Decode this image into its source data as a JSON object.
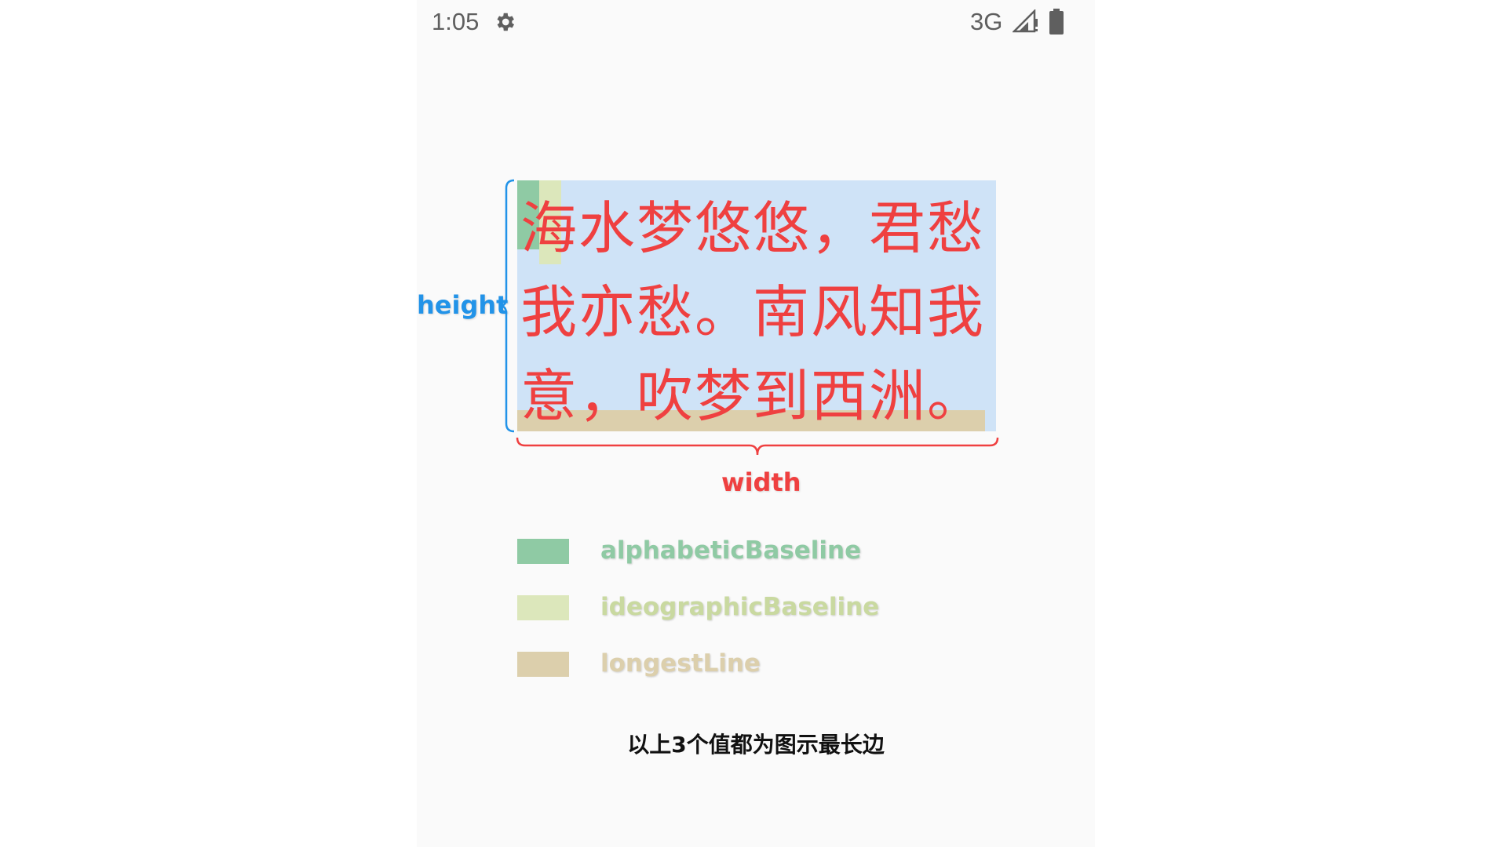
{
  "status_bar": {
    "time": "1:05",
    "network": "3G",
    "icons": [
      "gear-icon",
      "signal-icon",
      "battery-icon"
    ]
  },
  "diagram": {
    "text": "海水梦悠悠，君愁\n我亦愁。南风知我\n意，吹梦到西洲。",
    "height_label": "height",
    "width_label": "width",
    "colors": {
      "text": "#ef4040",
      "text_background": "#cfe3f7",
      "height_brace": "#2293e8",
      "width_brace": "#ef4040"
    }
  },
  "legend": {
    "items": [
      {
        "label": "alphabeticBaseline",
        "color": "#8fcaa4"
      },
      {
        "label": "ideographicBaseline",
        "color": "#dce7bb"
      },
      {
        "label": "longestLine",
        "color": "#dccfac"
      }
    ]
  },
  "caption": "以上3个值都为图示最长边"
}
